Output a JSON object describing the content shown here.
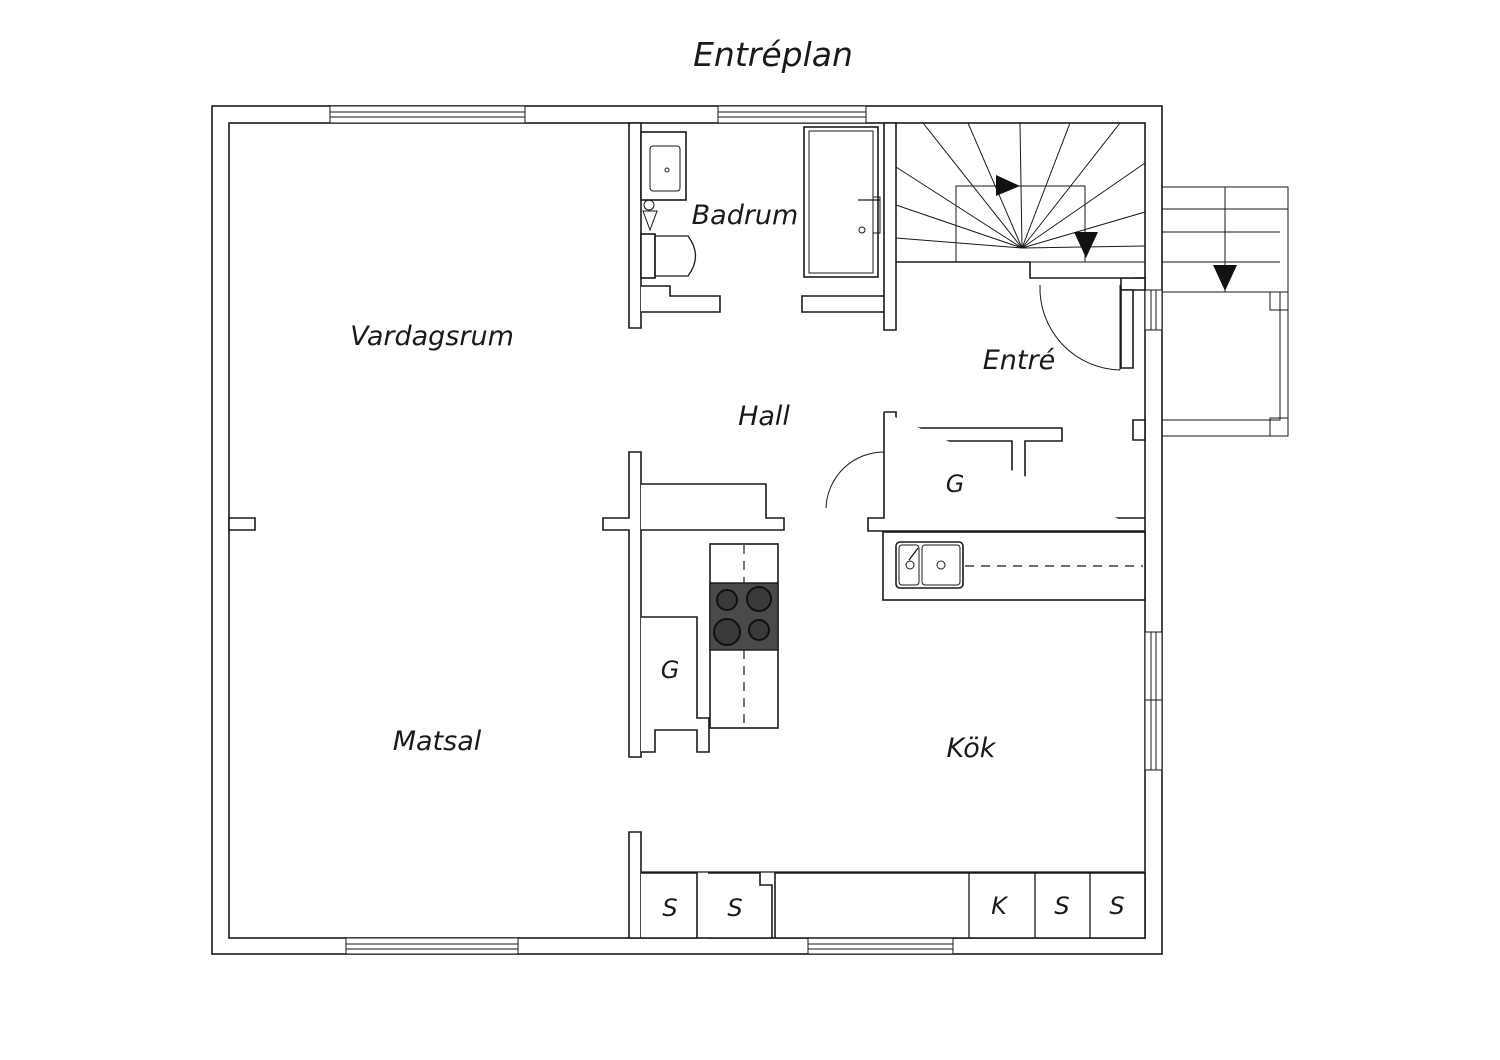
{
  "title": "Entréplan",
  "rooms": {
    "vardagsrum": "Vardagsrum",
    "badrum": "Badrum",
    "entre": "Entré",
    "hall": "Hall",
    "matsal": "Matsal",
    "kok": "Kök"
  },
  "storage": {
    "hall_closet": "G",
    "kitchen_closet": "G",
    "cabinet_1": "S",
    "cabinet_2": "S",
    "cabinet_k": "K",
    "cabinet_3": "S",
    "cabinet_4": "S"
  },
  "colors": {
    "line": "#1a1a1a",
    "background": "#ffffff",
    "stove": "#4a4a4a"
  }
}
